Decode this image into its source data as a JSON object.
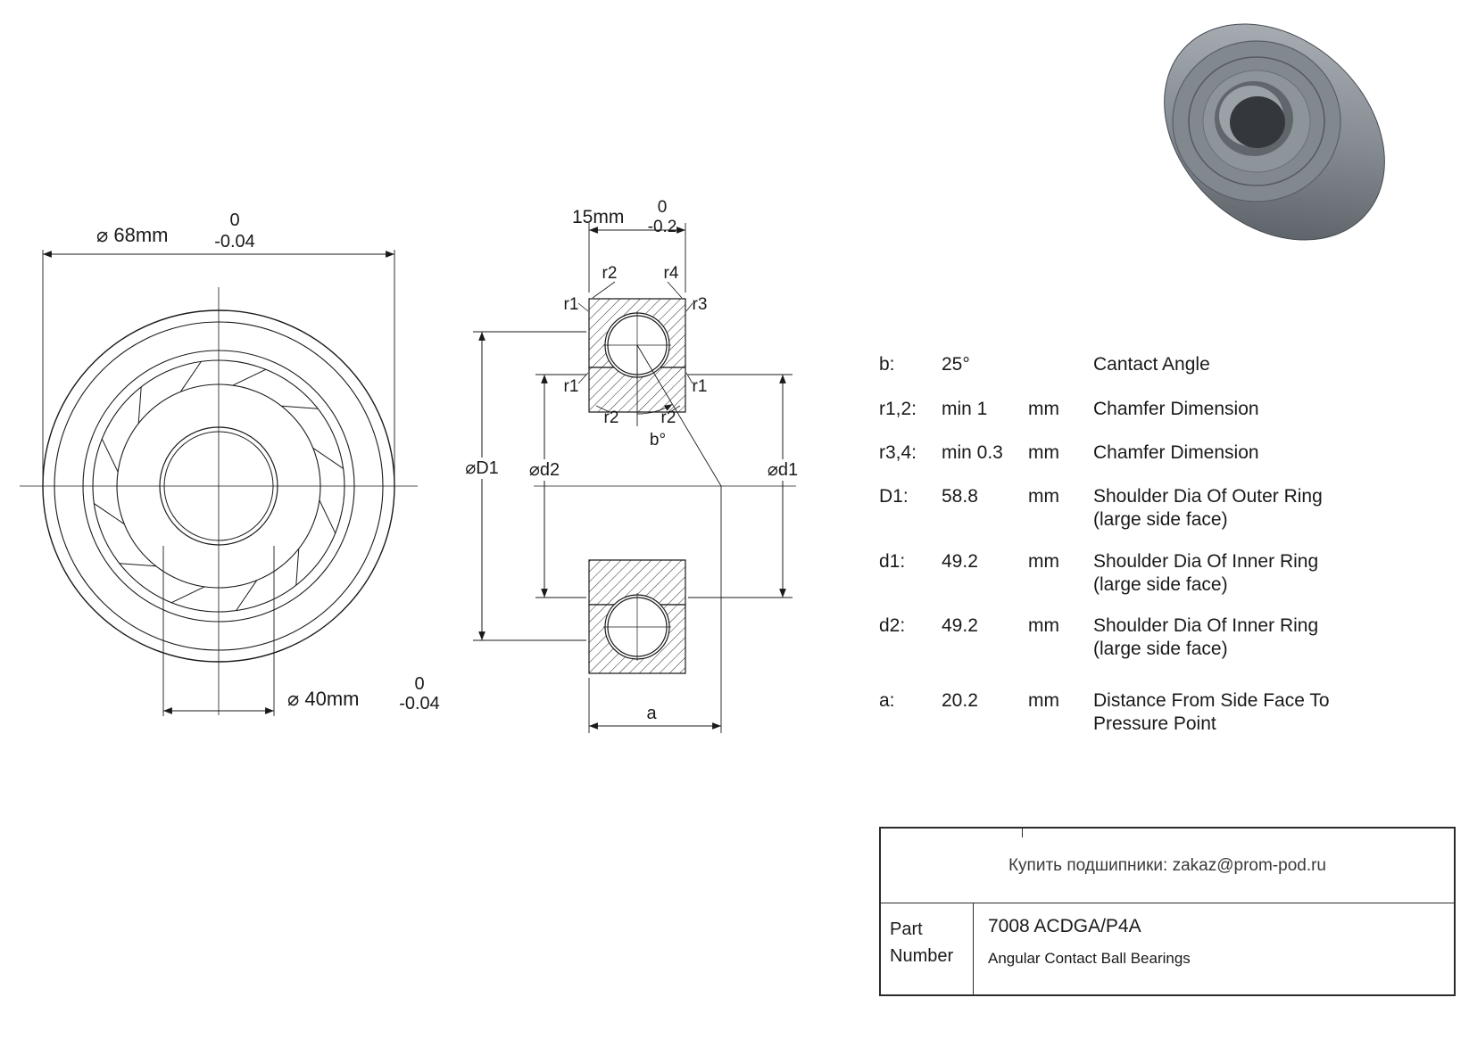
{
  "front_view": {
    "od_label": "⌀ 68mm",
    "od_tol_top": "0",
    "od_tol_bottom": "-0.04",
    "bore_label": "⌀ 40mm",
    "bore_tol_top": "0",
    "bore_tol_bottom": "-0.04"
  },
  "section_view": {
    "width_label": "15mm",
    "width_tol_top": "0",
    "width_tol_bottom": "-0.2",
    "r2_top": "r2",
    "r4_top": "r4",
    "r1_top_left": "r1",
    "r3_top_right": "r3",
    "r1_mid_left": "r1",
    "r1_mid_right": "r1",
    "r2_bottom_left": "r2",
    "r2_bottom_right": "r2",
    "angle_label": "b°",
    "dim_D1": "⌀D1",
    "dim_d2": "⌀d2",
    "dim_d1": "⌀d1",
    "dim_a": "a"
  },
  "specs": [
    {
      "key": "b:",
      "value": "25°",
      "unit": "",
      "desc1": "Cantact Angle",
      "desc2": ""
    },
    {
      "key": "r1,2:",
      "value": "min 1",
      "unit": "mm",
      "desc1": "Chamfer Dimension",
      "desc2": ""
    },
    {
      "key": "r3,4:",
      "value": "min 0.3",
      "unit": "mm",
      "desc1": "Chamfer Dimension",
      "desc2": ""
    },
    {
      "key": "D1:",
      "value": "58.8",
      "unit": "mm",
      "desc1": "Shoulder Dia Of Outer Ring",
      "desc2": "(large side face)"
    },
    {
      "key": "d1:",
      "value": "49.2",
      "unit": "mm",
      "desc1": "Shoulder Dia Of Inner Ring",
      "desc2": "(large side face)"
    },
    {
      "key": "d2:",
      "value": "49.2",
      "unit": "mm",
      "desc1": "Shoulder Dia Of Inner Ring",
      "desc2": "(large side face)"
    },
    {
      "key": "a:",
      "value": "20.2",
      "unit": "mm",
      "desc1": "Distance From Side Face To",
      "desc2": "Pressure Point"
    }
  ],
  "title_block": {
    "contact_line": "Купить подшипники: zakaz@prom-pod.ru",
    "part_label_line1": "Part",
    "part_label_line2": "Number",
    "part_number": "7008 ACDGA/P4A",
    "bearing_type": "Angular Contact Ball Bearings"
  }
}
